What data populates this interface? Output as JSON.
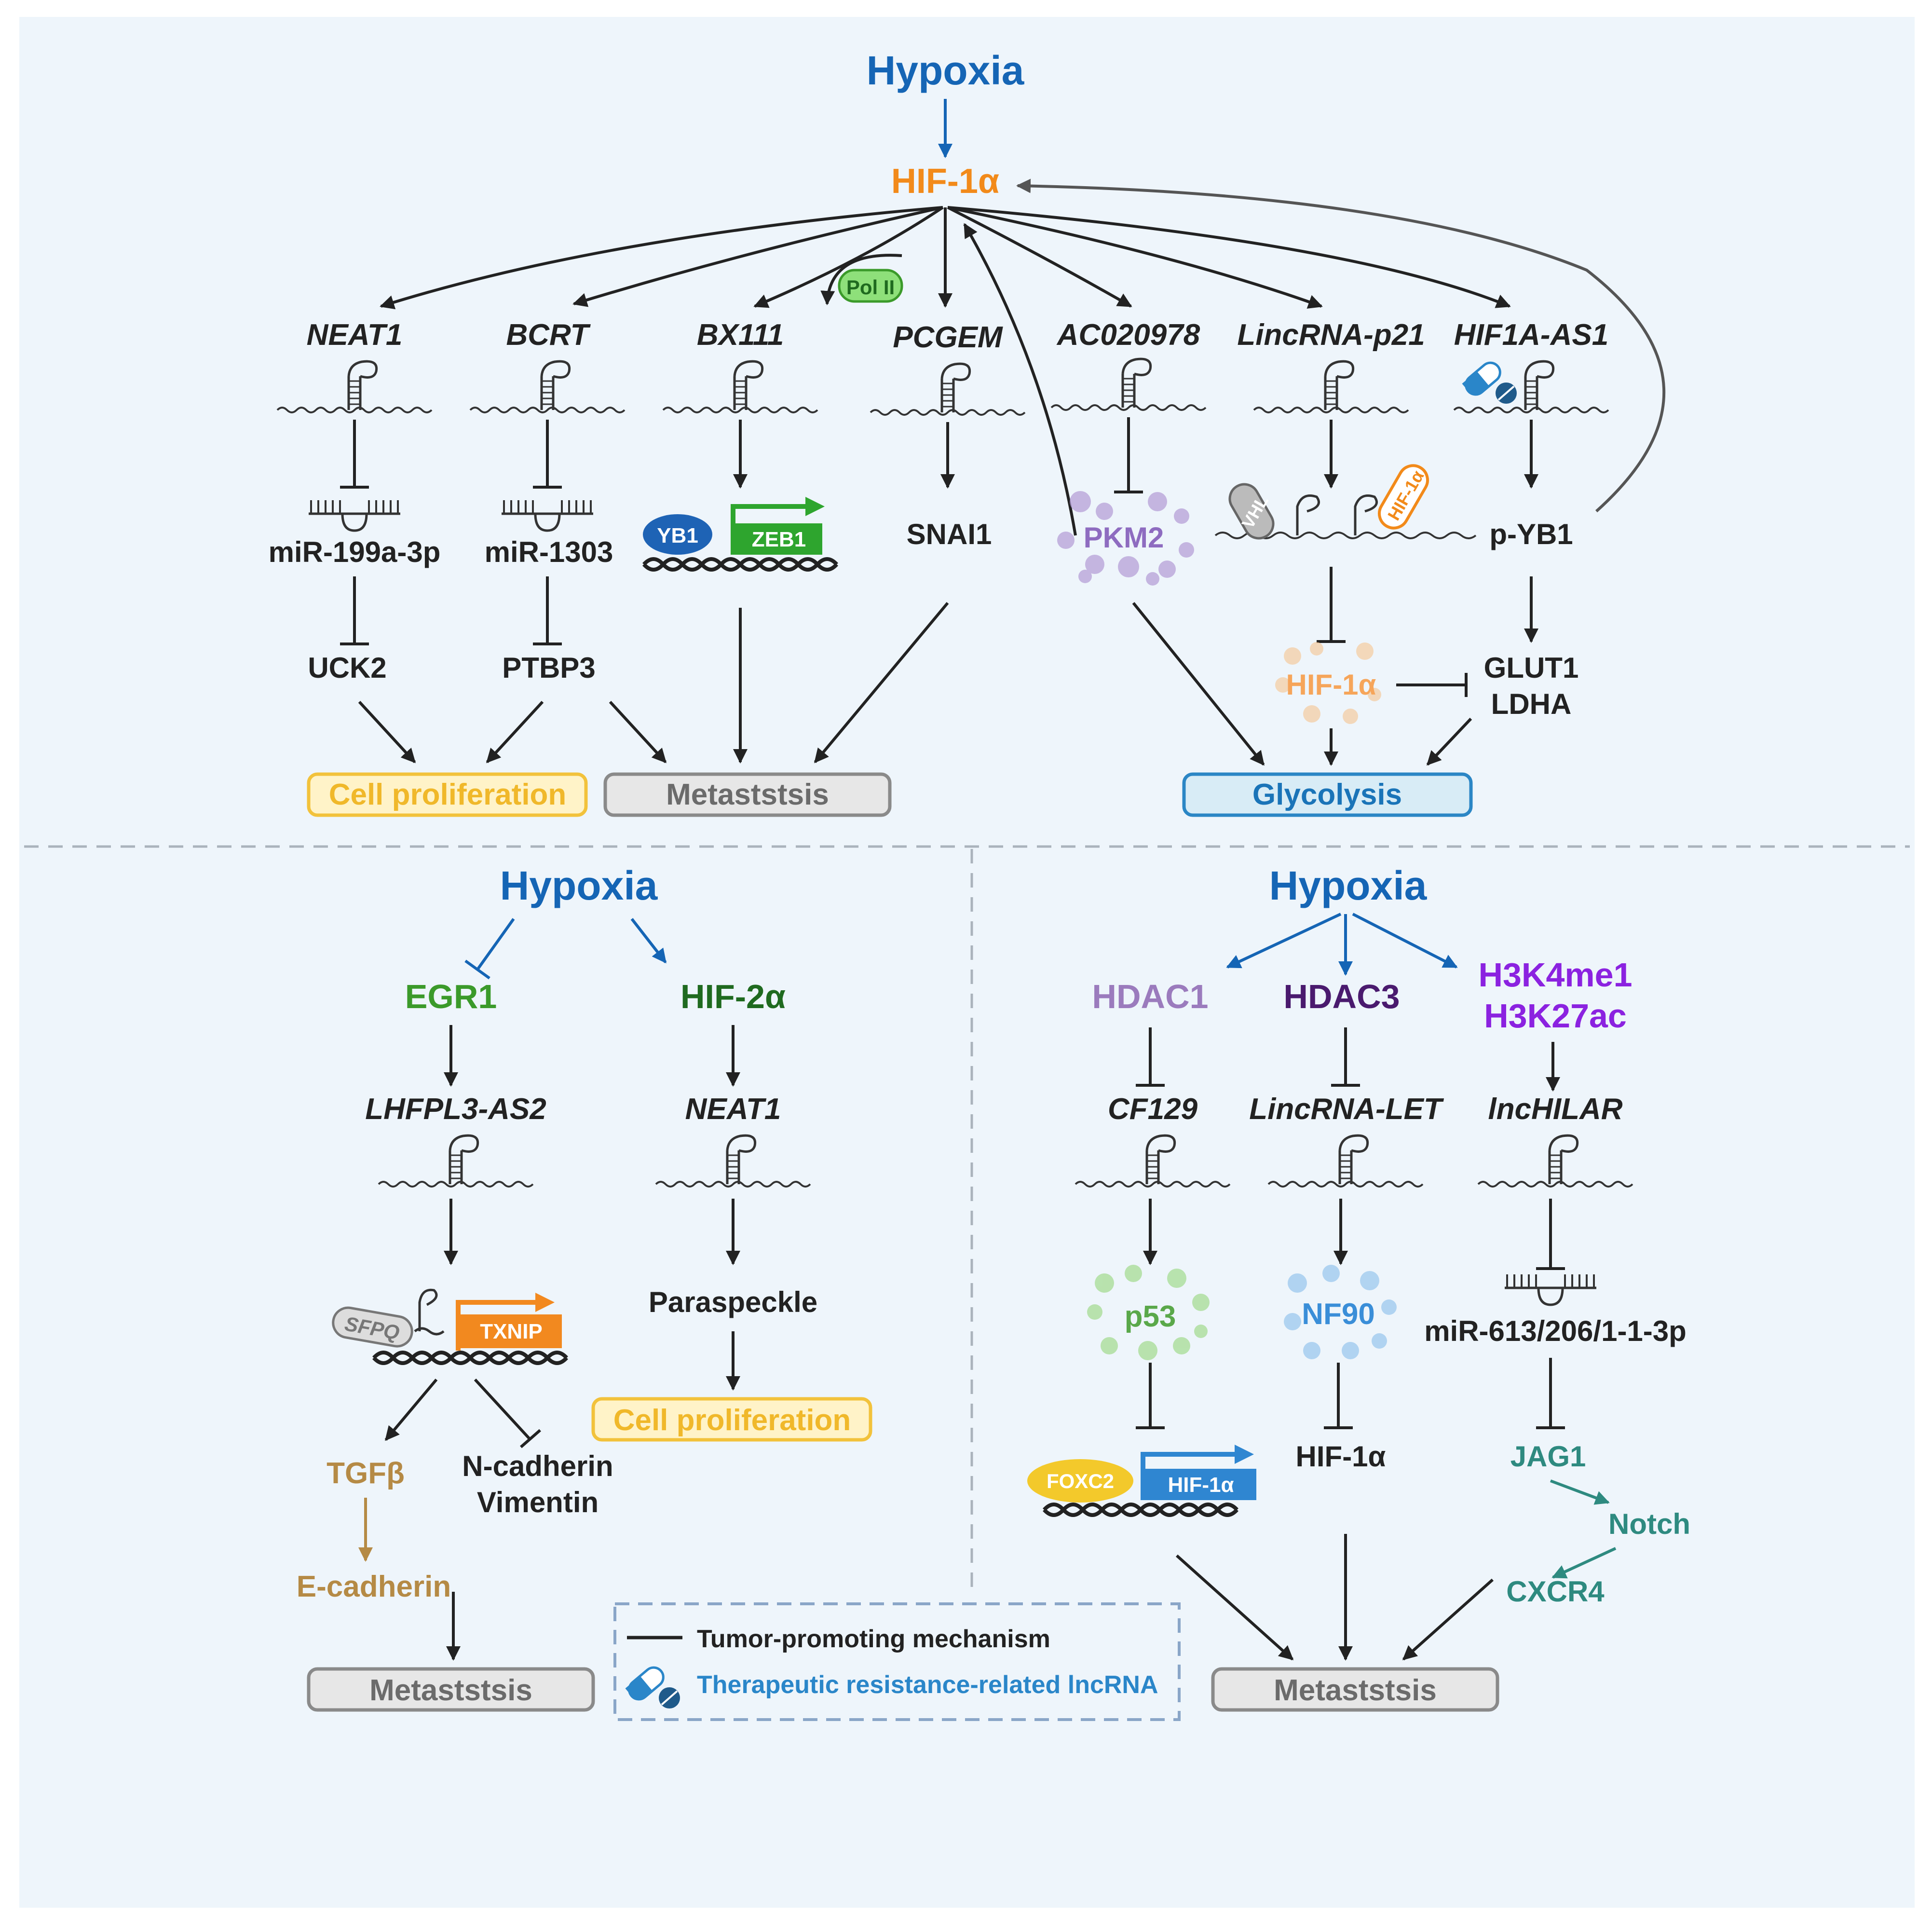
{
  "colors": {
    "background": "#eef5fb",
    "hypoxia": "#1565b5",
    "hif1a": "#f28a1a",
    "black": "#222222",
    "egr1": "#3b9a2a",
    "hif2a": "#1f6a1f",
    "hdac1": "#9b7bbd",
    "hdac3": "#4a1a6e",
    "h3k": "#8b22e0",
    "teal": "#2e8a80",
    "tgf": "#b58a45",
    "prolif_fill": "#fff3c8",
    "prolif_border": "#f2c23b",
    "prolif_text": "#f0b82a",
    "meta_fill": "#e7e7e7",
    "meta_border": "#8a8a8a",
    "meta_text": "#6b6b6b",
    "glyco_fill": "#d8ecf6",
    "glyco_border": "#2b86c5",
    "glyco_text": "#1a74b8",
    "pkm2": "#b39ad6",
    "pkm2_text": "#8e6cc0",
    "yb1": "#1e63b5",
    "zeb1": "#2ea52e",
    "polII": "#6ad35a",
    "txnip": "#f2891f",
    "foxc2": "#f3c92b",
    "hif_box": "#2f86d1",
    "p53": "#7fca6a",
    "nf90": "#79b5e6",
    "legend_border": "#8aa6c8",
    "drug_blue": "#2a86c9"
  },
  "icons": [
    "lncrna-hairpin-icon",
    "mirna-icon",
    "dna-helix-icon",
    "drug-capsule-icon",
    "pol-ii-icon"
  ],
  "top": {
    "hypoxia": "Hypoxia",
    "hif1a": "HIF-1α",
    "lncrnas": [
      "NEAT1",
      "BCRT",
      "BX111",
      "PCGEM",
      "AC020978",
      "LincRNA-p21",
      "HIF1A-AS1"
    ],
    "pol_ii": "Pol II",
    "mir199": "miR-199a-3p",
    "mir1303": "miR-1303",
    "yb1": "YB1",
    "zeb1": "ZEB1",
    "snai1": "SNAI1",
    "pkm2": "PKM2",
    "vhl": "VHL",
    "hif1a_small": "HIF-1α",
    "pyb1": "p-YB1",
    "uck2": "UCK2",
    "ptbp3": "PTBP3",
    "hif1a_degraded": "HIF-1α",
    "glut1": "GLUT1",
    "ldha": "LDHA",
    "prolif": "Cell proliferation",
    "metastasis": "Metaststsis",
    "glycolysis": "Glycolysis"
  },
  "left": {
    "hypoxia": "Hypoxia",
    "egr1": "EGR1",
    "hif2a": "HIF-2α",
    "lhfpl3": "LHFPL3-AS2",
    "neat1": "NEAT1",
    "sfpq": "SFPQ",
    "txnip": "TXNIP",
    "paraspeckle": "Paraspeckle",
    "prolif": "Cell proliferation",
    "tgfb": "TGFβ",
    "ncad": "N-cadherin",
    "vim": "Vimentin",
    "ecad": "E-cadherin",
    "metastasis": "Metaststsis"
  },
  "right": {
    "hypoxia": "Hypoxia",
    "hdac1": "HDAC1",
    "hdac3": "HDAC3",
    "h3k4": "H3K4me1",
    "h3k27": "H3K27ac",
    "cf129": "CF129",
    "lincrnalet": "LincRNA-LET",
    "lnchilar": "lncHILAR",
    "p53": "p53",
    "nf90": "NF90",
    "mir613": "miR-613/206/1-1-3p",
    "foxc2": "FOXC2",
    "hif1a_box": "HIF-1α",
    "hif1a": "HIF-1α",
    "jag1": "JAG1",
    "notch": "Notch",
    "cxcr4": "CXCR4",
    "metastasis": "Metaststsis"
  },
  "legend": {
    "tumor": "Tumor-promoting mechanism",
    "therapy": "Therapeutic resistance-related lncRNA"
  }
}
